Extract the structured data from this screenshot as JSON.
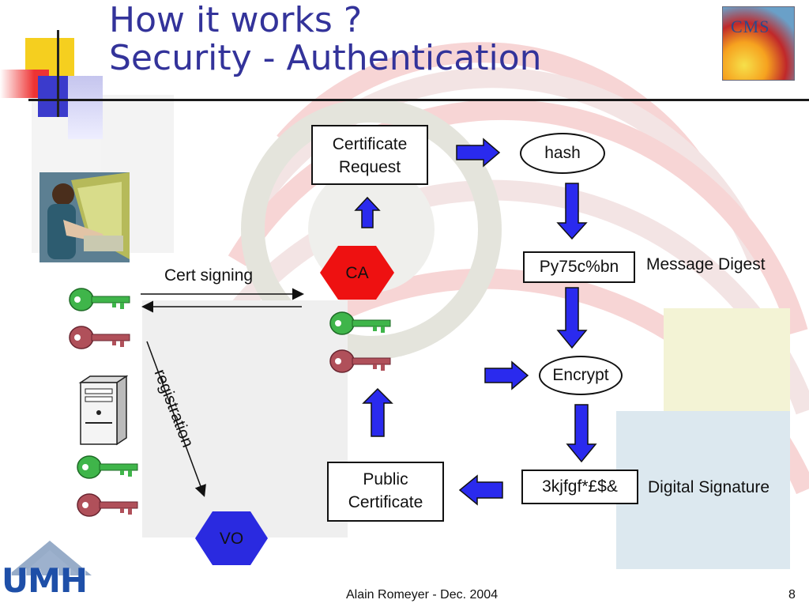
{
  "title": {
    "line1": "How it works ?",
    "line2": "Security - Authentication"
  },
  "logos": {
    "cms": "CMS",
    "umh": "UMH"
  },
  "diagram": {
    "cert_request": {
      "line1": "Certificate",
      "line2": "Request"
    },
    "hash": "hash",
    "digest_value": "Py75c%bn",
    "digest_label": "Message Digest",
    "ca": "CA",
    "encrypt": "Encrypt",
    "signature_value": "3kjfgf*£$&",
    "signature_label": "Digital Signature",
    "public_cert": {
      "line1": "Public",
      "line2": "Certificate"
    },
    "cert_signing": "Cert signing",
    "registration": "registration",
    "vo": "VO"
  },
  "footer": {
    "author": "Alain Romeyer - Dec. 2004",
    "page": "8"
  },
  "colors": {
    "title": "#33339a",
    "arrow": "#2a2aee",
    "ca": "#ee1111",
    "vo": "#2a2ae0",
    "key_green": "#3fb54a",
    "key_red": "#b0505a"
  }
}
